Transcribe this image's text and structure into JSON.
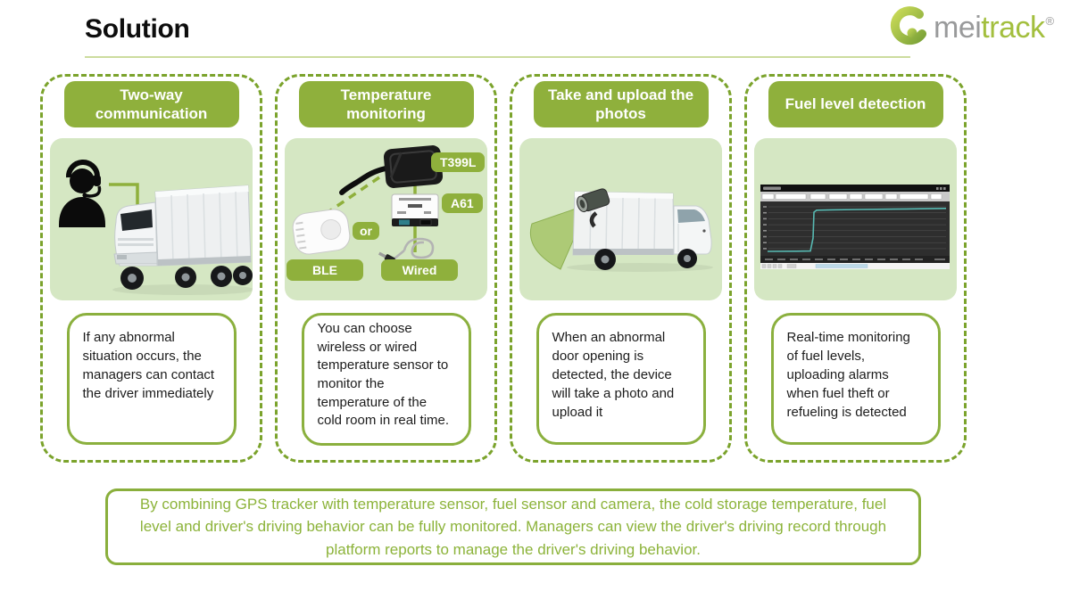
{
  "slide": {
    "title": "Solution",
    "logo": {
      "prefix": "mei",
      "suffix": "track",
      "registered": "®"
    }
  },
  "colors": {
    "brand_green": "#8fb03c",
    "dashed_border": "#7ba32c",
    "media_background": "#d5e7c3",
    "summary_text": "#8cb33a",
    "chart_line": "#57b9b2"
  },
  "columns": [
    {
      "header": "Two-way communication",
      "description": "If any abnormal situation occurs, the managers can contact the driver immediately"
    },
    {
      "header": "Temperature monitoring",
      "labels": {
        "tracker": "T399L",
        "hub": "A61",
        "or": "or",
        "ble": "BLE",
        "wired": "Wired"
      },
      "description": "You can choose wireless or wired temperature sensor to monitor the temperature of the cold room in real time."
    },
    {
      "header": "Take and upload the photos",
      "description": "When an abnormal door opening is detected, the device will take a photo and upload it"
    },
    {
      "header": "Fuel level detection",
      "description": "Real-time monitoring of fuel levels, uploading alarms when fuel theft or refueling is detected"
    }
  ],
  "summary": "By combining GPS tracker with temperature sensor, fuel sensor and camera, the cold storage temperature, fuel level and driver's driving behavior can be fully monitored. Managers can view the driver's driving record through platform reports to manage the driver's driving behavior."
}
